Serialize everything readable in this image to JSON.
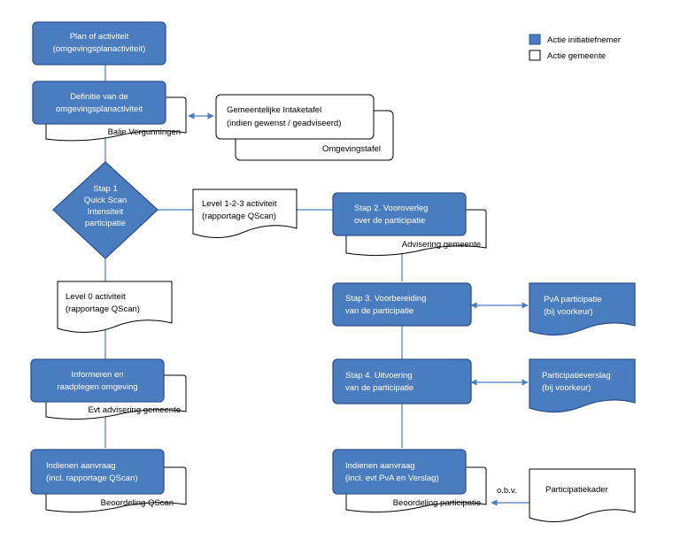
{
  "legend": {
    "initiator": "Actie initiatiefnemer",
    "municipality": "Actie gemeente",
    "initiator_color": "#4a7cc0",
    "municipality_color": "#ffffff"
  },
  "nodes": {
    "plan": [
      "Plan of activiteit",
      "(omgevingsplanactiviteit)"
    ],
    "definitie": [
      "Definitie van de",
      "omgevingsplanactiviteit"
    ],
    "balie": "Balie Vergunningen",
    "intake": [
      "Gemeentelijke Intaketafel",
      "(indien gewenst / geadviseerd)"
    ],
    "omgevingstafel": "Omgevingstafel",
    "stap1": [
      "Stap 1",
      "Quick Scan",
      "Intensiteit",
      "participatie"
    ],
    "level123": [
      "Level 1-2-3 activiteit",
      "(rapportage QScan)"
    ],
    "level0": [
      "Level 0 activiteit",
      "(rapportage QScan)"
    ],
    "informeren": [
      "Informeren en",
      "raadplegen omgeving"
    ],
    "evt_advisering": "Evt advisering gemeente",
    "indienen_left": [
      "Indienen aanvraag",
      "(incl. rapportage QScan)"
    ],
    "beoordeling_qscan": "Beoordeling QScan",
    "stap2": [
      "Stap 2. Vooroverleg",
      "over de participatie"
    ],
    "advisering": "Advisering gemeente",
    "stap3": [
      "Stap 3. Voorbereiding",
      "van de participatie"
    ],
    "pva": [
      "PvA participatie",
      "(bij voorkeur)"
    ],
    "stap4": [
      "Stap 4. Uitvoering",
      "van de participatie"
    ],
    "verslag": [
      "Participatieverslag",
      "(bij voorkeur)"
    ],
    "indienen_right": [
      "Indienen aanvraag",
      "(incl. evt PvA en Verslag)"
    ],
    "beoordeling_participatie": "Beoordeling participatie",
    "kader": "Participatiekader",
    "obv": "o.b.v."
  }
}
